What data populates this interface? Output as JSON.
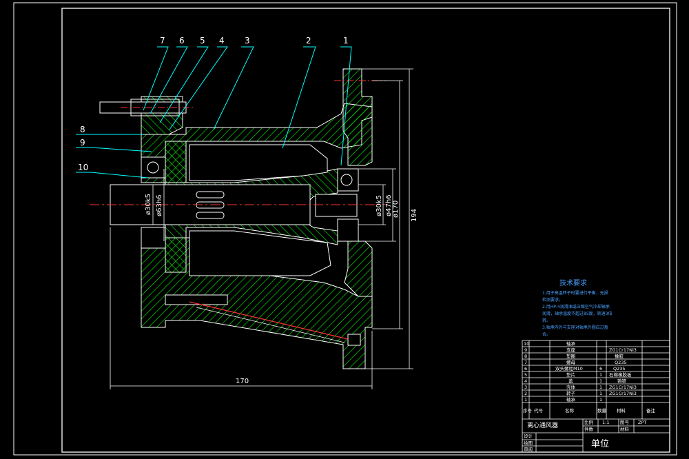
{
  "colors": {
    "background": "#000000",
    "frame": "#ffffff",
    "section": "#00ff00",
    "outline": "#ffffff",
    "center_line": "#ff3030",
    "leader": "#00ffff",
    "text": "#ffffff",
    "note_text": "#4aa0ff"
  },
  "part_labels": [
    "7",
    "6",
    "5",
    "4",
    "3",
    "2",
    "1",
    "8",
    "9",
    "10"
  ],
  "dimensions": {
    "d1": "ø30k5",
    "d2": "ø63h6",
    "d3": "ø30k5",
    "d4": "ø47h6",
    "d5": "ø170",
    "height": "194",
    "length": "170"
  },
  "notes": {
    "title": "技术要求",
    "lines": [
      "1.用于高温转子时要进行平衡，无损",
      "检测要求。",
      "2.用HP-4润滑油或压缩空气冷却轴承",
      "润滑，轴承温度不超过85度，转速3倍",
      "转。",
      "3.轴承内外与支座对轴承外圈应过盈",
      "合。"
    ]
  },
  "bom": {
    "rows": [
      {
        "no": "10",
        "code": "",
        "name": "轴承",
        "qty": "",
        "material": "",
        "remark": ""
      },
      {
        "no": "9",
        "code": "",
        "name": "支座",
        "qty": "",
        "material": "ZG1Cr17Ni3",
        "remark": ""
      },
      {
        "no": "8",
        "code": "",
        "name": "垫圈",
        "qty": "",
        "material": "橡胶",
        "remark": ""
      },
      {
        "no": "7",
        "code": "",
        "name": "螺母",
        "qty": "",
        "material": "Q235",
        "remark": ""
      },
      {
        "no": "6",
        "code": "",
        "name": "双头螺柱M10",
        "qty": "6",
        "material": "Q235",
        "remark": ""
      },
      {
        "no": "5",
        "code": "",
        "name": "垫片",
        "qty": "1",
        "material": "石棉橡胶板",
        "remark": ""
      },
      {
        "no": "4",
        "code": "",
        "name": "盖",
        "qty": "1",
        "material": "铸铁",
        "remark": ""
      },
      {
        "no": "3",
        "code": "",
        "name": "壳体",
        "qty": "1",
        "material": "ZG1Cr17Ni3",
        "remark": ""
      },
      {
        "no": "2",
        "code": "",
        "name": "转子",
        "qty": "1",
        "material": "ZG1Cr17Ni3",
        "remark": ""
      },
      {
        "no": "1",
        "code": "",
        "name": "轴承",
        "qty": "1",
        "material": "",
        "remark": ""
      }
    ],
    "header": {
      "no": "序号",
      "code": "代号",
      "name": "名称",
      "qty": "数量",
      "material": "材料",
      "remark": "备注"
    },
    "title": "离心通风器",
    "scale_label": "比例",
    "scale_value": "1:1",
    "drawing_no_label": "图号",
    "drawing_no_value": "ZPT",
    "qty_label": "件数",
    "material_label": "材料",
    "designer": "设计",
    "drafter": "绘图",
    "reviewer": "审阅",
    "unit": "单位"
  }
}
